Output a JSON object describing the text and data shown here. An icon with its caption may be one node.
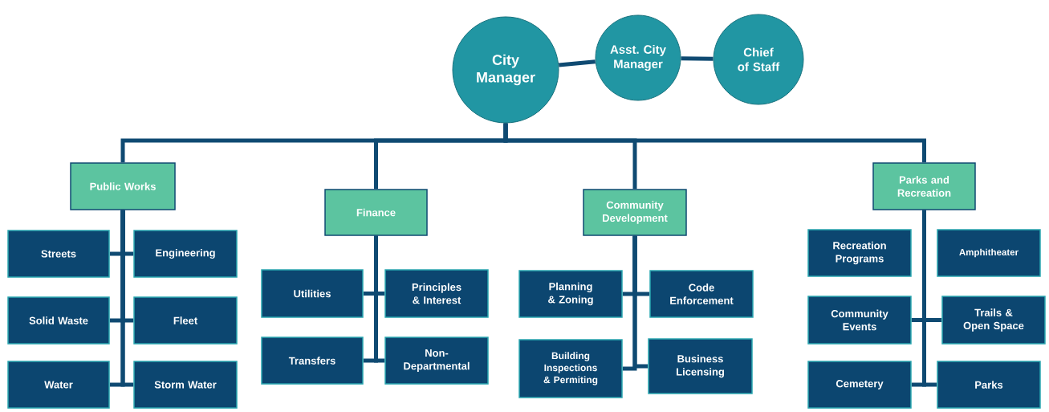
{
  "diagram": {
    "nodes": [
      {
        "text": [
          "City Manager"
        ]
      },
      {
        "text": [
          "Asst. City Manager"
        ]
      },
      {
        "text": [
          "Chief of Staff"
        ]
      },
      {
        "text": [
          "Public Works"
        ]
      },
      {
        "text": [
          "Streets"
        ]
      },
      {
        "text": [
          "Engineering"
        ]
      },
      {
        "text": [
          "Solid Waste"
        ]
      },
      {
        "text": [
          "Fleet"
        ]
      },
      {
        "text": [
          "Water"
        ]
      },
      {
        "text": [
          "Storm Water"
        ]
      },
      {
        "text": [
          "Finance"
        ]
      },
      {
        "text": [
          "Utilities"
        ]
      },
      {
        "text": [
          "Principles & Interest"
        ]
      },
      {
        "text": [
          "Transfers"
        ]
      },
      {
        "text": [
          "Non-Departmental"
        ]
      },
      {
        "text": [
          "Community Development"
        ]
      },
      {
        "text": [
          "Planning & Zoning"
        ]
      },
      {
        "text": [
          "Code Enforcement"
        ]
      },
      {
        "text": [
          "Building Inspections & Permiting"
        ]
      },
      {
        "text": [
          "Business Licensing"
        ]
      },
      {
        "text": [
          "Parks and Recreation"
        ]
      },
      {
        "text": [
          "Recreation Programs"
        ]
      },
      {
        "text": [
          "Amphitheater"
        ]
      },
      {
        "text": [
          "Community Events"
        ]
      },
      {
        "text": [
          "Trails & Open Space"
        ]
      },
      {
        "text": [
          "Cemetery"
        ]
      },
      {
        "text": [
          "Parks"
        ]
      }
    ],
    "edges": [
      {
        "from": 0,
        "to": 1,
        "arrow": "none"
      },
      {
        "from": 1,
        "to": 2,
        "arrow": "none"
      },
      {
        "from": 0,
        "to": 3,
        "arrow": "none"
      },
      {
        "from": 0,
        "to": 10,
        "arrow": "none"
      },
      {
        "from": 0,
        "to": 15,
        "arrow": "none"
      },
      {
        "from": 0,
        "to": 20,
        "arrow": "none"
      },
      {
        "from": 3,
        "to": 4,
        "arrow": "none"
      },
      {
        "from": 3,
        "to": 5,
        "arrow": "none"
      },
      {
        "from": 3,
        "to": 6,
        "arrow": "none"
      },
      {
        "from": 3,
        "to": 7,
        "arrow": "none"
      },
      {
        "from": 3,
        "to": 8,
        "arrow": "none"
      },
      {
        "from": 3,
        "to": 9,
        "arrow": "none"
      },
      {
        "from": 10,
        "to": 11,
        "arrow": "none"
      },
      {
        "from": 10,
        "to": 12,
        "arrow": "none"
      },
      {
        "from": 10,
        "to": 13,
        "arrow": "none"
      },
      {
        "from": 10,
        "to": 14,
        "arrow": "none"
      },
      {
        "from": 15,
        "to": 16,
        "arrow": "none"
      },
      {
        "from": 15,
        "to": 17,
        "arrow": "none"
      },
      {
        "from": 15,
        "to": 18,
        "arrow": "none"
      },
      {
        "from": 15,
        "to": 19,
        "arrow": "none"
      },
      {
        "from": 20,
        "to": 23,
        "arrow": "none"
      },
      {
        "from": 20,
        "to": 24,
        "arrow": "none"
      },
      {
        "from": 20,
        "to": 25,
        "arrow": "none"
      },
      {
        "from": 20,
        "to": 26,
        "arrow": "none"
      }
    ]
  }
}
